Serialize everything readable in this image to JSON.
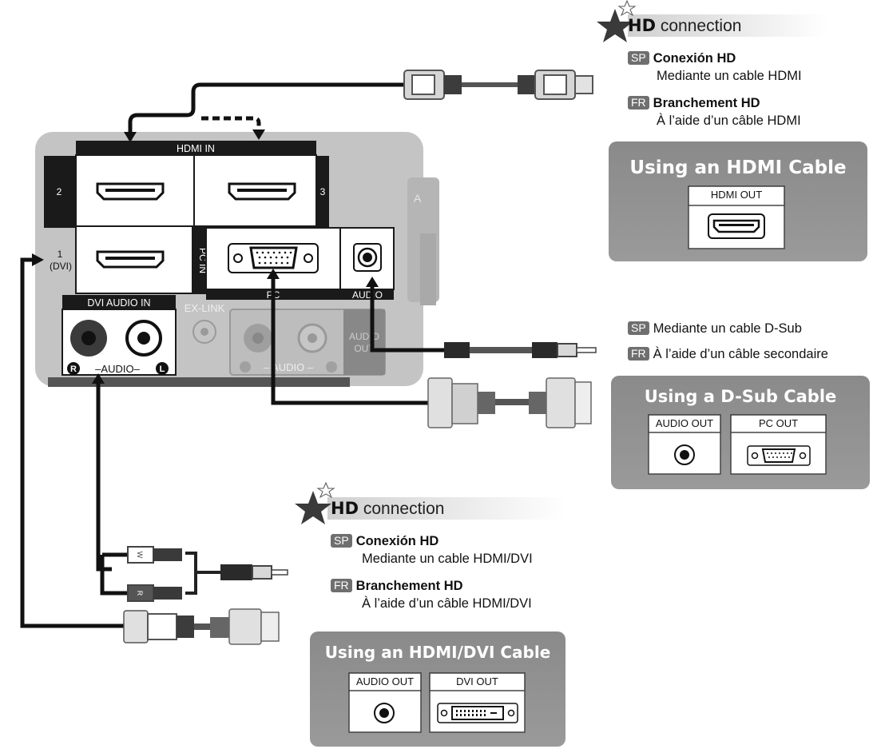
{
  "panel": {
    "hdmi_in_label": "HDMI IN",
    "port_2": "2",
    "port_3": "3",
    "port_1_line1": "1",
    "port_1_line2": "(DVI)",
    "pc_in_label": "PC IN",
    "pc_label": "PC",
    "audio_label": "AUDIO",
    "dvi_audio_in_label": "DVI AUDIO IN",
    "ex_link_label": "EX-LINK",
    "audio_out_partial_1": "AUDIO",
    "audio_out_partial_2": "OUT",
    "r_letter": "R",
    "l_letter": "L",
    "dash_audio_dash": "–AUDIO–",
    "gray_audio": "– AUDIO –",
    "edge_letter": "A"
  },
  "hd_section_top": {
    "title_bold": "HD",
    "title_rest": " connection",
    "sp_tag": "SP",
    "sp_title": "Conexión HD",
    "sp_desc": "Mediante un cable HDMI",
    "fr_tag": "FR",
    "fr_title": "Branchement HD",
    "fr_desc": "À l’aide d’un câble HDMI"
  },
  "hdmi_box": {
    "title": "Using an HDMI Cable",
    "port_label": "HDMI OUT"
  },
  "dsub_section": {
    "sp_tag": "SP",
    "sp_desc": "Mediante un cable D-Sub",
    "fr_tag": "FR",
    "fr_desc": "À l’aide d’un câble secondaire"
  },
  "dsub_box": {
    "title": "Using a D-Sub Cable",
    "audio_out": "AUDIO OUT",
    "pc_out": "PC OUT"
  },
  "hd_section_bottom": {
    "title_bold": "HD",
    "title_rest": " connection",
    "sp_tag": "SP",
    "sp_title": "Conexión HD",
    "sp_desc": "Mediante un cable HDMI/DVI",
    "fr_tag": "FR",
    "fr_title": "Branchement HD",
    "fr_desc": "À l’aide d’un câble HDMI/DVI"
  },
  "dvi_box": {
    "title": "Using an HDMI/DVI Cable",
    "audio_out": "AUDIO OUT",
    "dvi_out": "DVI OUT"
  },
  "colors": {
    "panel": "#c2c2c2",
    "dark": "#1a1a1a",
    "box_bg": "#8c8c8c",
    "tag_bg": "#6f6f6f"
  }
}
